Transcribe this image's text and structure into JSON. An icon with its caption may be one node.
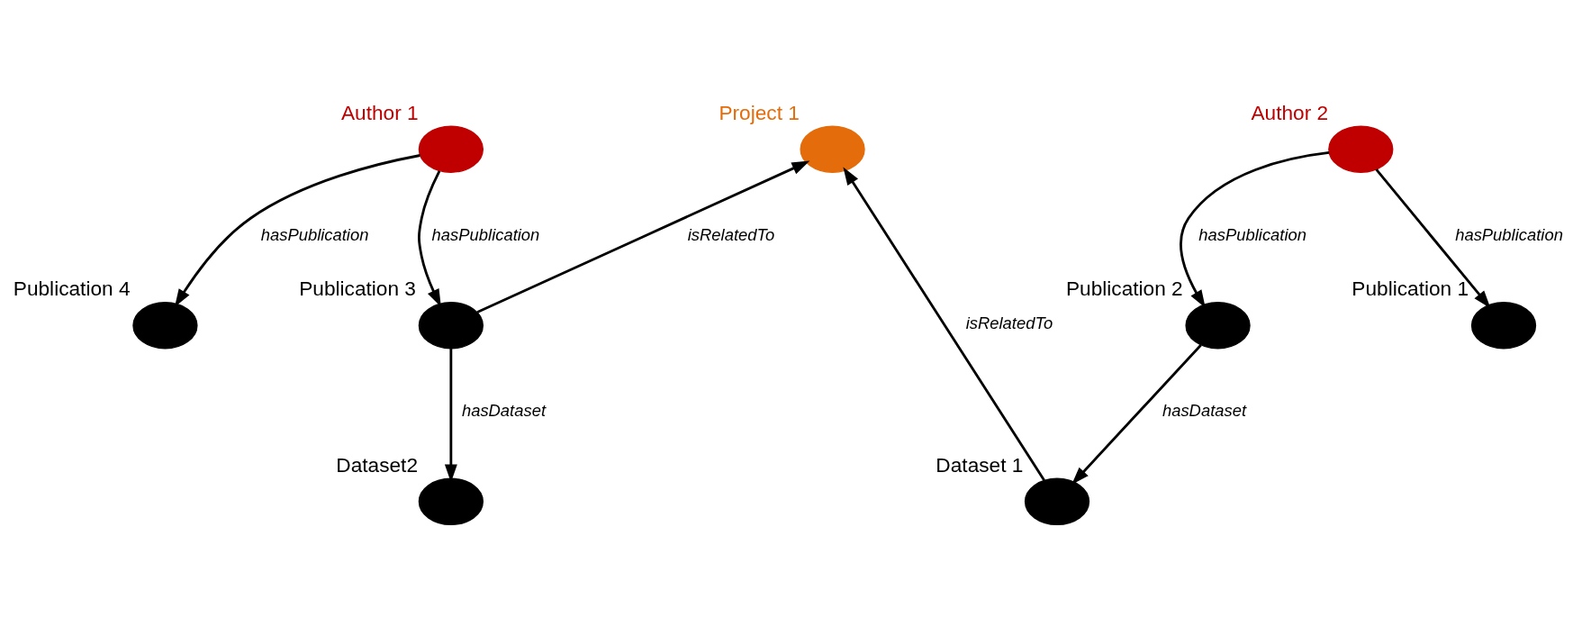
{
  "diagram": {
    "nodes": [
      {
        "text": [],
        "shape": "circle",
        "beside": [
          "Author 1"
        ]
      },
      {
        "text": [],
        "shape": "circle",
        "beside": [
          "Project 1"
        ]
      },
      {
        "text": [],
        "shape": "circle",
        "beside": [
          "Author 2"
        ]
      },
      {
        "text": [],
        "shape": "circle",
        "beside": [
          "Publication 4"
        ]
      },
      {
        "text": [],
        "shape": "circle",
        "beside": [
          "Publication 3"
        ]
      },
      {
        "text": [],
        "shape": "circle",
        "beside": [
          "Publication 2"
        ]
      },
      {
        "text": [],
        "shape": "circle",
        "beside": [
          "Publication 1"
        ]
      },
      {
        "text": [],
        "shape": "circle",
        "beside": [
          "Dataset2"
        ]
      },
      {
        "text": [],
        "shape": "circle",
        "beside": [
          "Dataset 1"
        ]
      }
    ],
    "edges": [
      {
        "from": 0,
        "to": 3,
        "arrow": "to",
        "label": "hasPublication"
      },
      {
        "from": 0,
        "to": 4,
        "arrow": "to",
        "label": "hasPublication"
      },
      {
        "from": 4,
        "to": 1,
        "arrow": "to",
        "label": "isRelatedTo"
      },
      {
        "from": 4,
        "to": 7,
        "arrow": "to",
        "label": "hasDataset"
      },
      {
        "from": 8,
        "to": 1,
        "arrow": "to",
        "label": "isRelatedTo"
      },
      {
        "from": 2,
        "to": 5,
        "arrow": "to",
        "label": "hasPublication"
      },
      {
        "from": 2,
        "to": 6,
        "arrow": "to",
        "label": "hasPublication"
      },
      {
        "from": 5,
        "to": 8,
        "arrow": "to",
        "label": "hasDataset"
      }
    ]
  }
}
